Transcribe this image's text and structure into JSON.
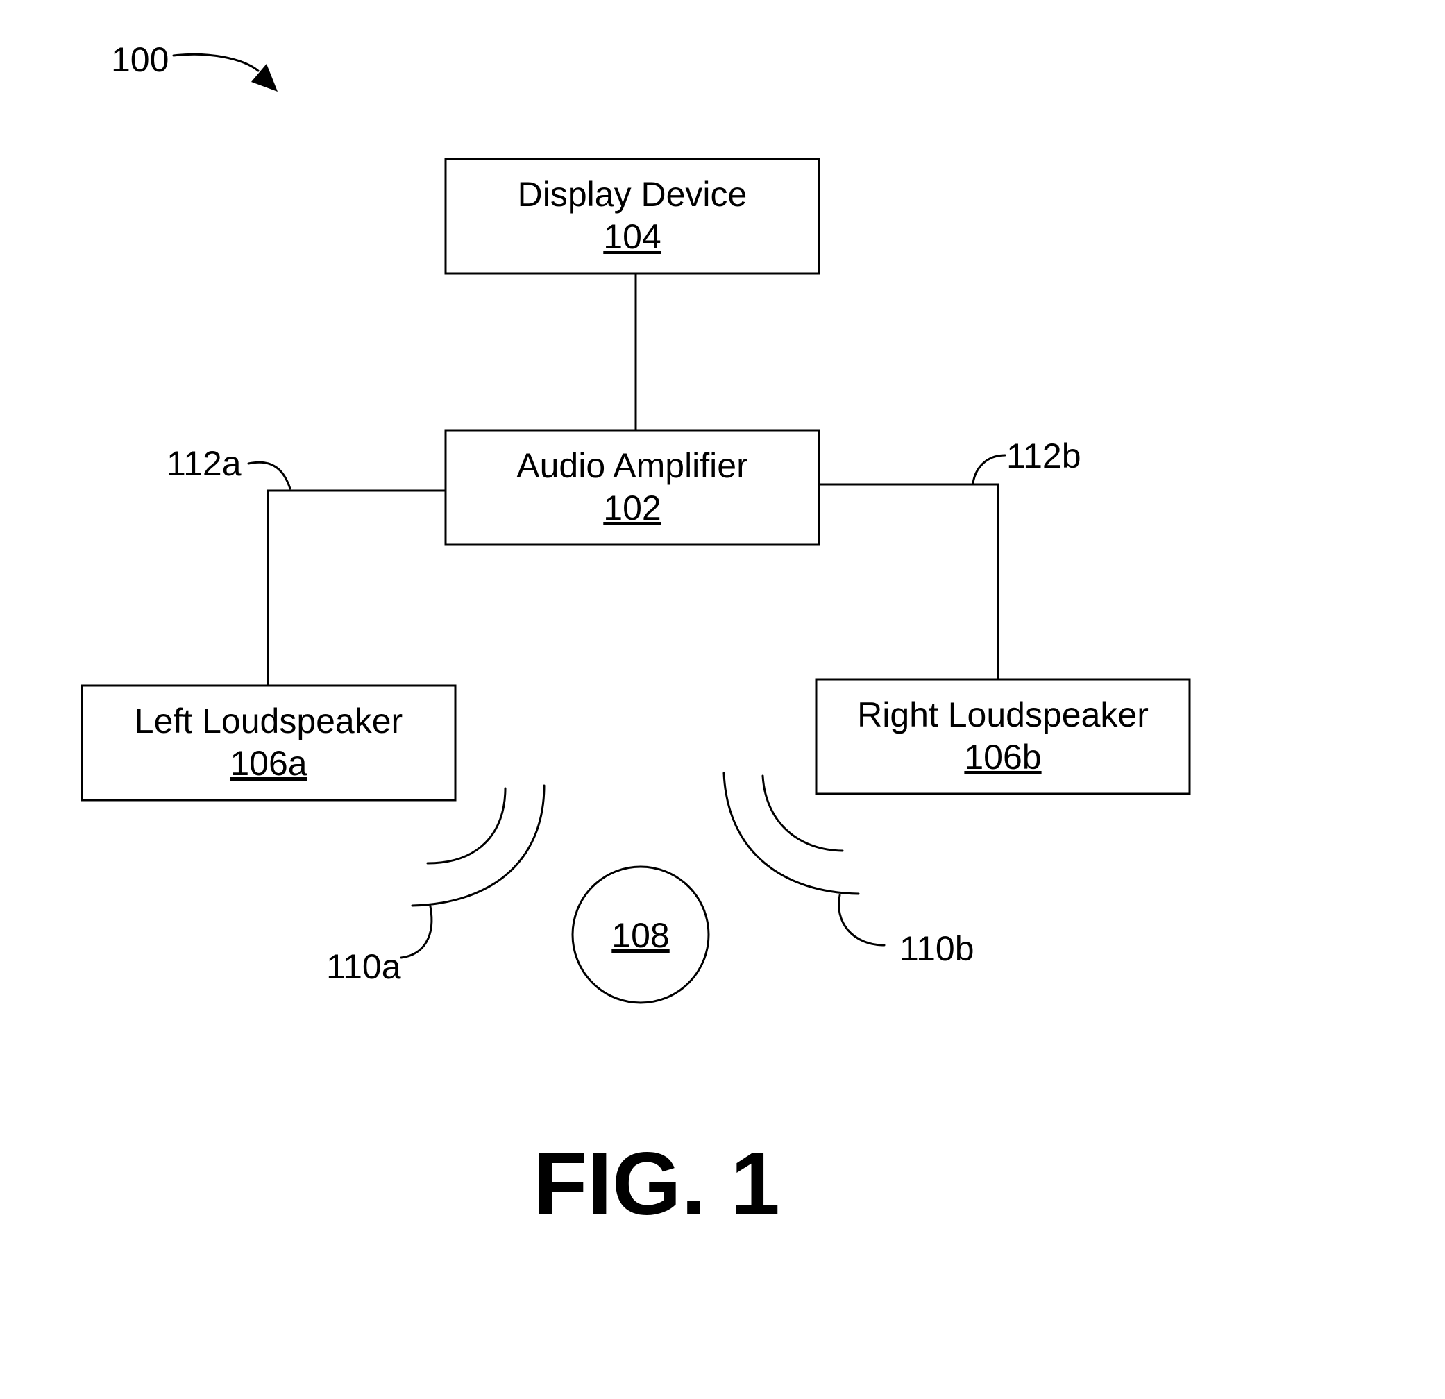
{
  "figure": {
    "number_label": "100",
    "caption": "FIG. 1"
  },
  "blocks": {
    "display_device": {
      "label": "Display Device",
      "ref": "104"
    },
    "audio_amplifier": {
      "label": "Audio Amplifier",
      "ref": "102"
    },
    "left_loudspeaker": {
      "label": "Left Loudspeaker",
      "ref": "106a"
    },
    "right_loudspeaker": {
      "label": "Right Loudspeaker",
      "ref": "106b"
    },
    "listener": {
      "ref": "108"
    }
  },
  "callouts": {
    "left_wire": "112a",
    "right_wire": "112b",
    "left_waves": "110a",
    "right_waves": "110b"
  }
}
